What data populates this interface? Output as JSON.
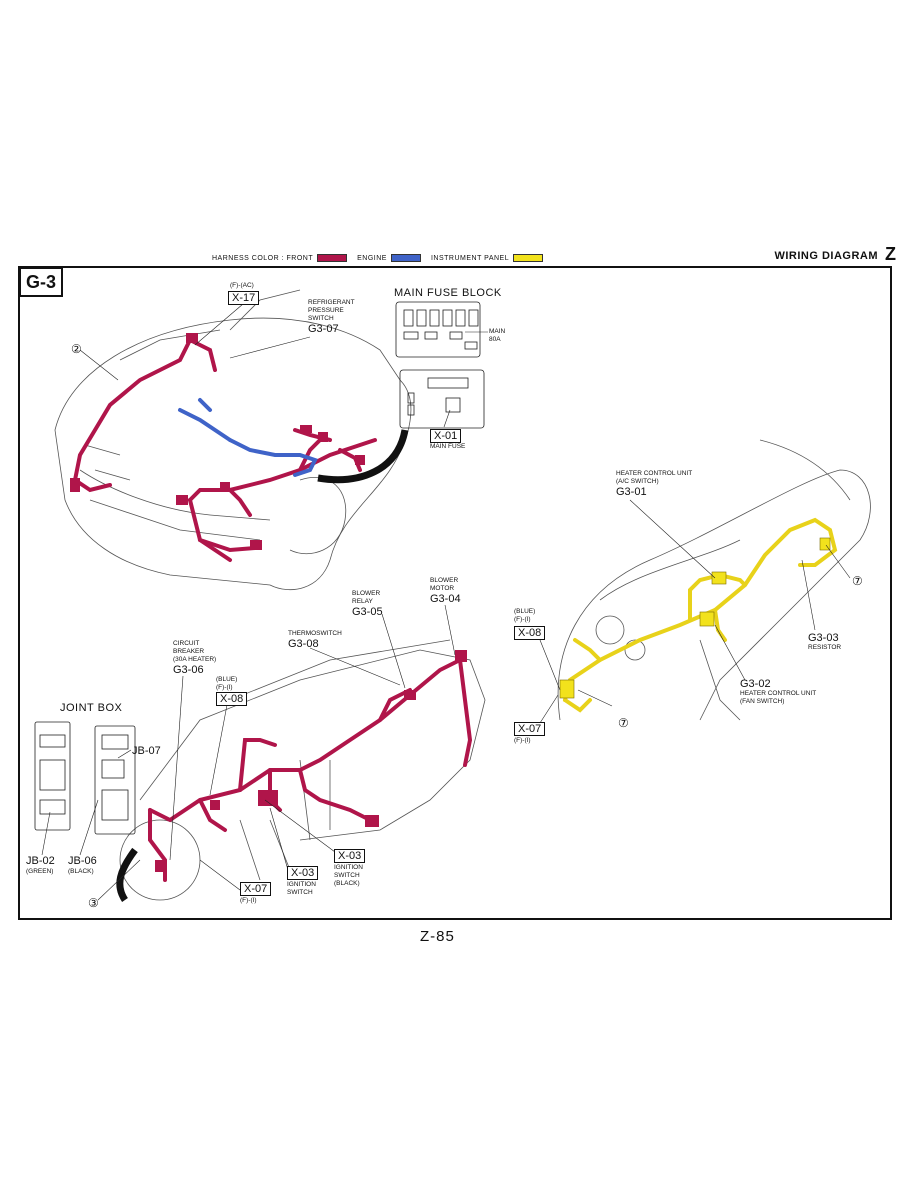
{
  "header": {
    "harness_label": "HARNESS COLOR : FRONT",
    "engine_label": "ENGINE",
    "panel_label": "INSTRUMENT PANEL",
    "colors": {
      "front": "#b0154a",
      "engine": "#3f63c8",
      "panel": "#f2e21c"
    },
    "title": "WIRING DIAGRAM",
    "letter": "Z"
  },
  "diagram_tag": "G-3",
  "engine_bay": {
    "x17_sub": "(F)-(AC)",
    "x17": "X-17",
    "refrig_label": [
      "REFRIGERANT",
      "PRESSURE",
      "SWITCH"
    ],
    "refrig_code": "G3-07",
    "callout_2": "②"
  },
  "fuse_block": {
    "title": "MAIN FUSE BLOCK",
    "main_label": [
      "MAIN",
      "80A"
    ],
    "x01": "X-01",
    "x01_label": "MAIN FUSE"
  },
  "heater_panel": {
    "hcu_label": [
      "HEATER CONTROL UNIT",
      "(A/C SWITCH)"
    ],
    "hcu_code": "G3-01",
    "callout_7a": "⑦",
    "callout_7b": "⑦",
    "x08_sub": [
      "(BLUE)",
      "(F)-(I)"
    ],
    "x08": "X-08",
    "x07": "X-07",
    "x07_sub": "(F)-(I)",
    "resistor_code": "G3-03",
    "resistor_label": "RESISTOR",
    "fan_code": "G3-02",
    "fan_label": [
      "HEATER CONTROL UNIT",
      "(FAN SWITCH)"
    ]
  },
  "dash": {
    "blower_motor_label": [
      "BLOWER",
      "MOTOR"
    ],
    "blower_motor_code": "G3-04",
    "blower_relay_label": [
      "BLOWER",
      "RELAY"
    ],
    "blower_relay_code": "G3-05",
    "thermo_label": "THERMOSWITCH",
    "thermo_code": "G3-08",
    "cb_label": [
      "CIRCUIT",
      "BREAKER",
      "(30A HEATER)"
    ],
    "cb_code": "G3-06",
    "x08_sub": [
      "(BLUE)",
      "(F)-(I)"
    ],
    "x08": "X-08",
    "x03a": "X-03",
    "x03a_label": [
      "IGNITION",
      "SWITCH",
      "(BLACK)"
    ],
    "x03b": "X-03",
    "x03b_label": [
      "IGNITION",
      "SWITCH"
    ],
    "x07": "X-07",
    "x07_sub": "(F)-(I)",
    "callout_3": "③"
  },
  "joint_box": {
    "title": "JOINT BOX",
    "jb07": "JB-07",
    "jb02": "JB-02",
    "jb02_sub": "(GREEN)",
    "jb06": "JB-06",
    "jb06_sub": "(BLACK)"
  },
  "footer": {
    "page": "Z-85"
  }
}
